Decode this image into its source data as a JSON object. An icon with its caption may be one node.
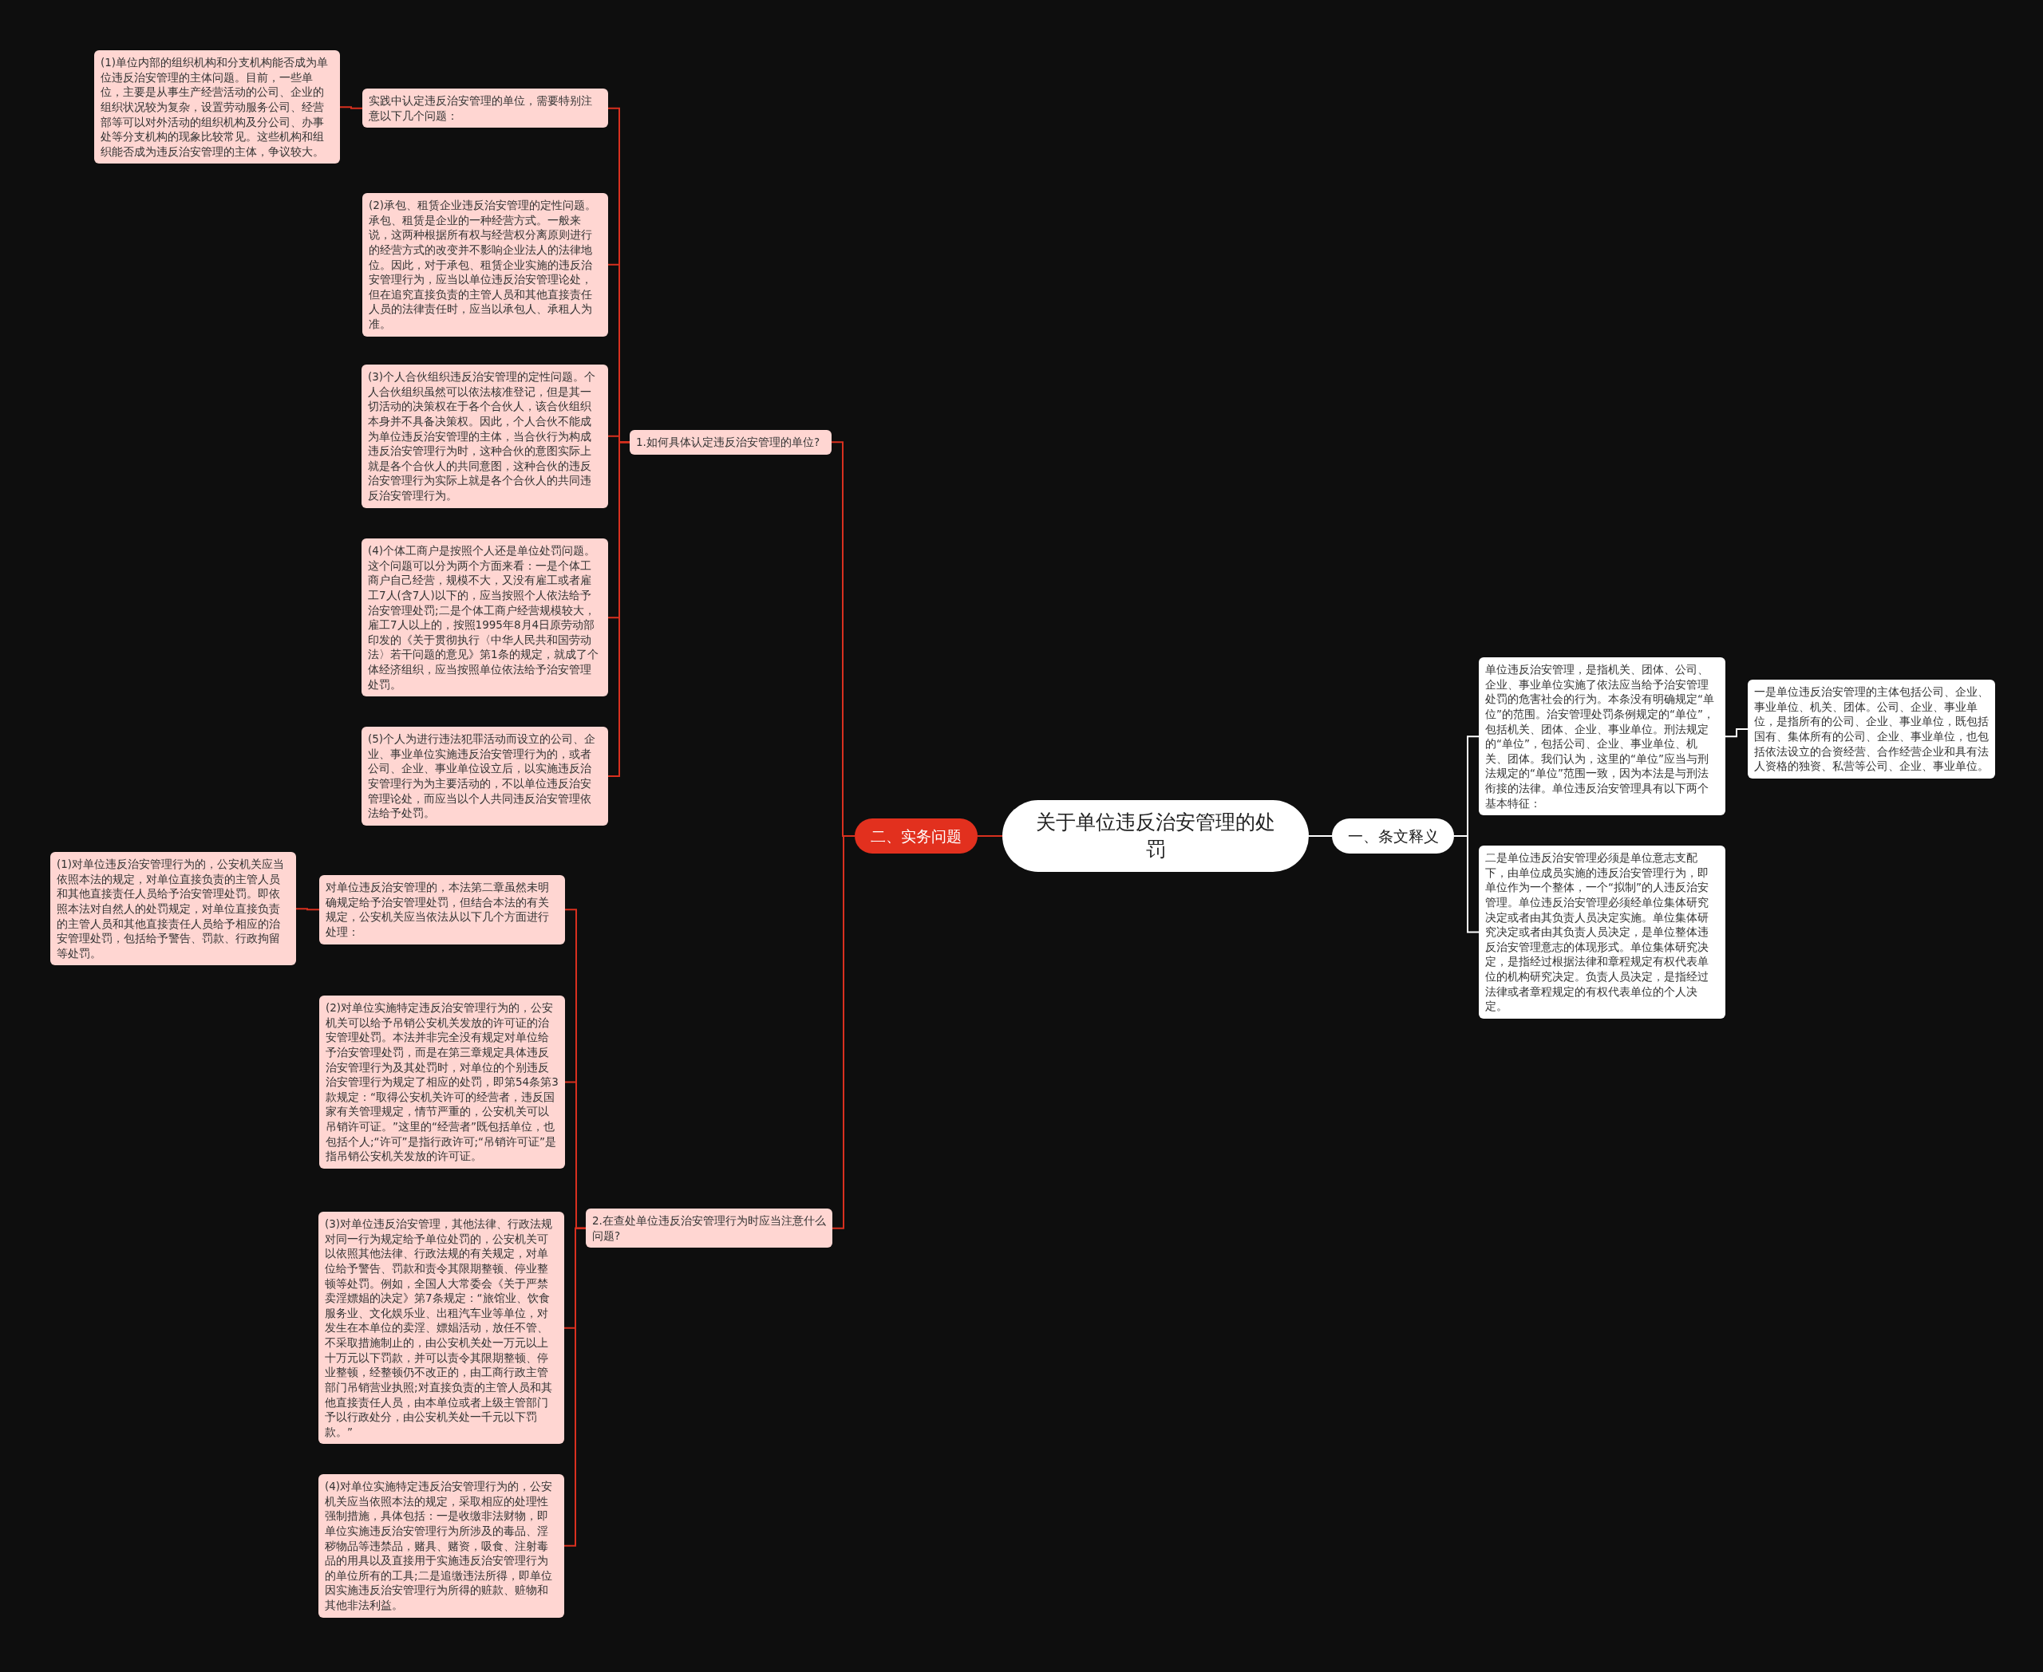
{
  "diagram": {
    "nodes": [
      {
        "text": [
          "关于单位违反治安管理的处罚"
        ]
      },
      {
        "text": [
          "一、条文释义"
        ]
      },
      {
        "text": [
          "单位违反治安管理，是指机关、团体、公司、企业、事业单位实施了依法应当给予治安管理处罚的危害社会的行为。本条没有明确规定“单位”的范围。治安管理处罚条例规定的“单位”，包括机关、团体、企业、事业单位。刑法规定的“单位”，包括公司、企业、事业单位、机关、团体。我们认为，这里的“单位”应当与刑法规定的“单位”范围一致，因为本法是与刑法衔接的法律。单位违反治安管理具有以下两个基本特征："
        ]
      },
      {
        "text": [
          "一是单位违反治安管理的主体包括公司、企业、事业单位、机关、团体。公司、企业、事业单位，是指所有的公司、企业、事业单位，既包括国有、集体所有的公司、企业、事业单位，也包括依法设立的合资经营、合作经营企业和具有法人资格的独资、私营等公司、企业、事业单位。"
        ]
      },
      {
        "text": [
          "二是单位违反治安管理必须是单位意志支配下，由单位成员实施的违反治安管理行为，即单位作为一个整体，一个“拟制”的人违反治安管理。单位违反治安管理必须经单位集体研究决定或者由其负责人员决定实施。单位集体研究决定或者由其负责人员决定，是单位整体违反治安管理意志的体现形式。单位集体研究决定，是指经过根据法律和章程规定有权代表单位的机构研究决定。负责人员决定，是指经过法律或者章程规定的有权代表单位的个人决定。"
        ]
      },
      {
        "text": [
          "二、实务问题"
        ]
      },
      {
        "text": [
          "1.如何具体认定违反治安管理的单位?"
        ]
      },
      {
        "text": [
          "实践中认定违反治安管理的单位，需要特别注意以下几个问题："
        ]
      },
      {
        "text": [
          "(1)单位内部的组织机构和分支机构能否成为单位违反治安管理的主体问题。目前，一些单位，主要是从事生产经营活动的公司、企业的组织状况较为复杂，设置劳动服务公司、经营部等可以对外活动的组织机构及分公司、办事处等分支机构的现象比较常见。这些机构和组织能否成为违反治安管理的主体，争议较大。"
        ]
      },
      {
        "text": [
          "(2)承包、租赁企业违反治安管理的定性问题。承包、租赁是企业的一种经营方式。一般来说，这两种根据所有权与经营权分离原则进行的经营方式的改变并不影响企业法人的法律地位。因此，对于承包、租赁企业实施的违反治安管理行为，应当以单位违反治安管理论处，但在追究直接负责的主管人员和其他直接责任人员的法律责任时，应当以承包人、承租人为准。"
        ]
      },
      {
        "text": [
          "(3)个人合伙组织违反治安管理的定性问题。个人合伙组织虽然可以依法核准登记，但是其一切活动的决策权在于各个合伙人，该合伙组织本身并不具备决策权。因此，个人合伙不能成为单位违反治安管理的主体，当合伙行为构成违反治安管理行为时，这种合伙的意图实际上就是各个合伙人的共同意图，这种合伙的违反治安管理行为实际上就是各个合伙人的共同违反治安管理行为。"
        ]
      },
      {
        "text": [
          "(4)个体工商户是按照个人还是单位处罚问题。这个问题可以分为两个方面来看：一是个体工商户自己经营，规模不大，又没有雇工或者雇工7人(含7人)以下的，应当按照个人依法给予治安管理处罚;二是个体工商户经营规模较大，雇工7人以上的，按照1995年8月4日原劳动部印发的《关于贯彻执行〈中华人民共和国劳动法〉若干问题的意见》第1条的规定，就成了个体经济组织，应当按照单位依法给予治安管理处罚。"
        ]
      },
      {
        "text": [
          "(5)个人为进行违法犯罪活动而设立的公司、企业、事业单位实施违反治安管理行为的，或者公司、企业、事业单位设立后，以实施违反治安管理行为为主要活动的，不以单位违反治安管理论处，而应当以个人共同违反治安管理依法给予处罚。"
        ]
      },
      {
        "text": [
          "2.在查处单位违反治安管理行为时应当注意什么问题?"
        ]
      },
      {
        "text": [
          "对单位违反治安管理的，本法第二章虽然未明确规定给予治安管理处罚，但结合本法的有关规定，公安机关应当依法从以下几个方面进行处理："
        ]
      },
      {
        "text": [
          "(1)对单位违反治安管理行为的，公安机关应当依照本法的规定，对单位直接负责的主管人员和其他直接责任人员给予治安管理处罚。即依照本法对自然人的处罚规定，对单位直接负责的主管人员和其他直接责任人员给予相应的治安管理处罚，包括给予警告、罚款、行政拘留等处罚。"
        ]
      },
      {
        "text": [
          "(2)对单位实施特定违反治安管理行为的，公安机关可以给予吊销公安机关发放的许可证的治安管理处罚。本法并非完全没有规定对单位给予治安管理处罚，而是在第三章规定具体违反治安管理行为及其处罚时，对单位的个别违反治安管理行为规定了相应的处罚，即第54条第3款规定：“取得公安机关许可的经营者，违反国家有关管理规定，情节严重的，公安机关可以吊销许可证。”这里的“经营者”既包括单位，也包括个人;“许可”是指行政许可;“吊销许可证”是指吊销公安机关发放的许可证。"
        ]
      },
      {
        "text": [
          "(3)对单位违反治安管理，其他法律、行政法规对同一行为规定给予单位处罚的，公安机关可以依照其他法律、行政法规的有关规定，对单位给予警告、罚款和责令其限期整顿、停业整顿等处罚。例如，全国人大常委会《关于严禁卖淫嫖娼的决定》第7条规定：“旅馆业、饮食服务业、文化娱乐业、出租汽车业等单位，对发生在本单位的卖淫、嫖娼活动，放任不管、不采取措施制止的，由公安机关处一万元以上十万元以下罚款，并可以责令其限期整顿、停业整顿，经整顿仍不改正的，由工商行政主管部门吊销营业执照;对直接负责的主管人员和其他直接责任人员，由本单位或者上级主管部门予以行政处分，由公安机关处一千元以下罚款。”"
        ]
      },
      {
        "text": [
          "(4)对单位实施特定违反治安管理行为的，公安机关应当依照本法的规定，采取相应的处理性强制措施，具体包括：一是收缴非法财物，即单位实施违反治安管理行为所涉及的毒品、淫秽物品等违禁品，赌具、赌资，吸食、注射毒品的用具以及直接用于实施违反治安管理行为的单位所有的工具;二是追缴违法所得，即单位因实施违反治安管理行为所得的赃款、赃物和其他非法利益。"
        ]
      }
    ],
    "edges": [
      {
        "from": 0,
        "to": 1,
        "arrow": "none",
        "color": "#ffffff"
      },
      {
        "from": 1,
        "to": 2,
        "arrow": "none",
        "color": "#ffffff"
      },
      {
        "from": 2,
        "to": 3,
        "arrow": "none",
        "color": "#ffffff"
      },
      {
        "from": 1,
        "to": 4,
        "arrow": "none",
        "color": "#ffffff"
      },
      {
        "from": 0,
        "to": 5,
        "arrow": "none"
      },
      {
        "from": 5,
        "to": 6,
        "arrow": "none"
      },
      {
        "from": 6,
        "to": 7,
        "arrow": "none"
      },
      {
        "from": 7,
        "to": 8,
        "arrow": "none"
      },
      {
        "from": 6,
        "to": 9,
        "arrow": "none"
      },
      {
        "from": 6,
        "to": 10,
        "arrow": "none"
      },
      {
        "from": 6,
        "to": 11,
        "arrow": "none"
      },
      {
        "from": 6,
        "to": 12,
        "arrow": "none"
      },
      {
        "from": 5,
        "to": 13,
        "arrow": "none"
      },
      {
        "from": 13,
        "to": 14,
        "arrow": "none"
      },
      {
        "from": 14,
        "to": 15,
        "arrow": "none"
      },
      {
        "from": 13,
        "to": 16,
        "arrow": "none"
      },
      {
        "from": 13,
        "to": 17,
        "arrow": "none"
      },
      {
        "from": 13,
        "to": 18,
        "arrow": "none"
      }
    ]
  }
}
